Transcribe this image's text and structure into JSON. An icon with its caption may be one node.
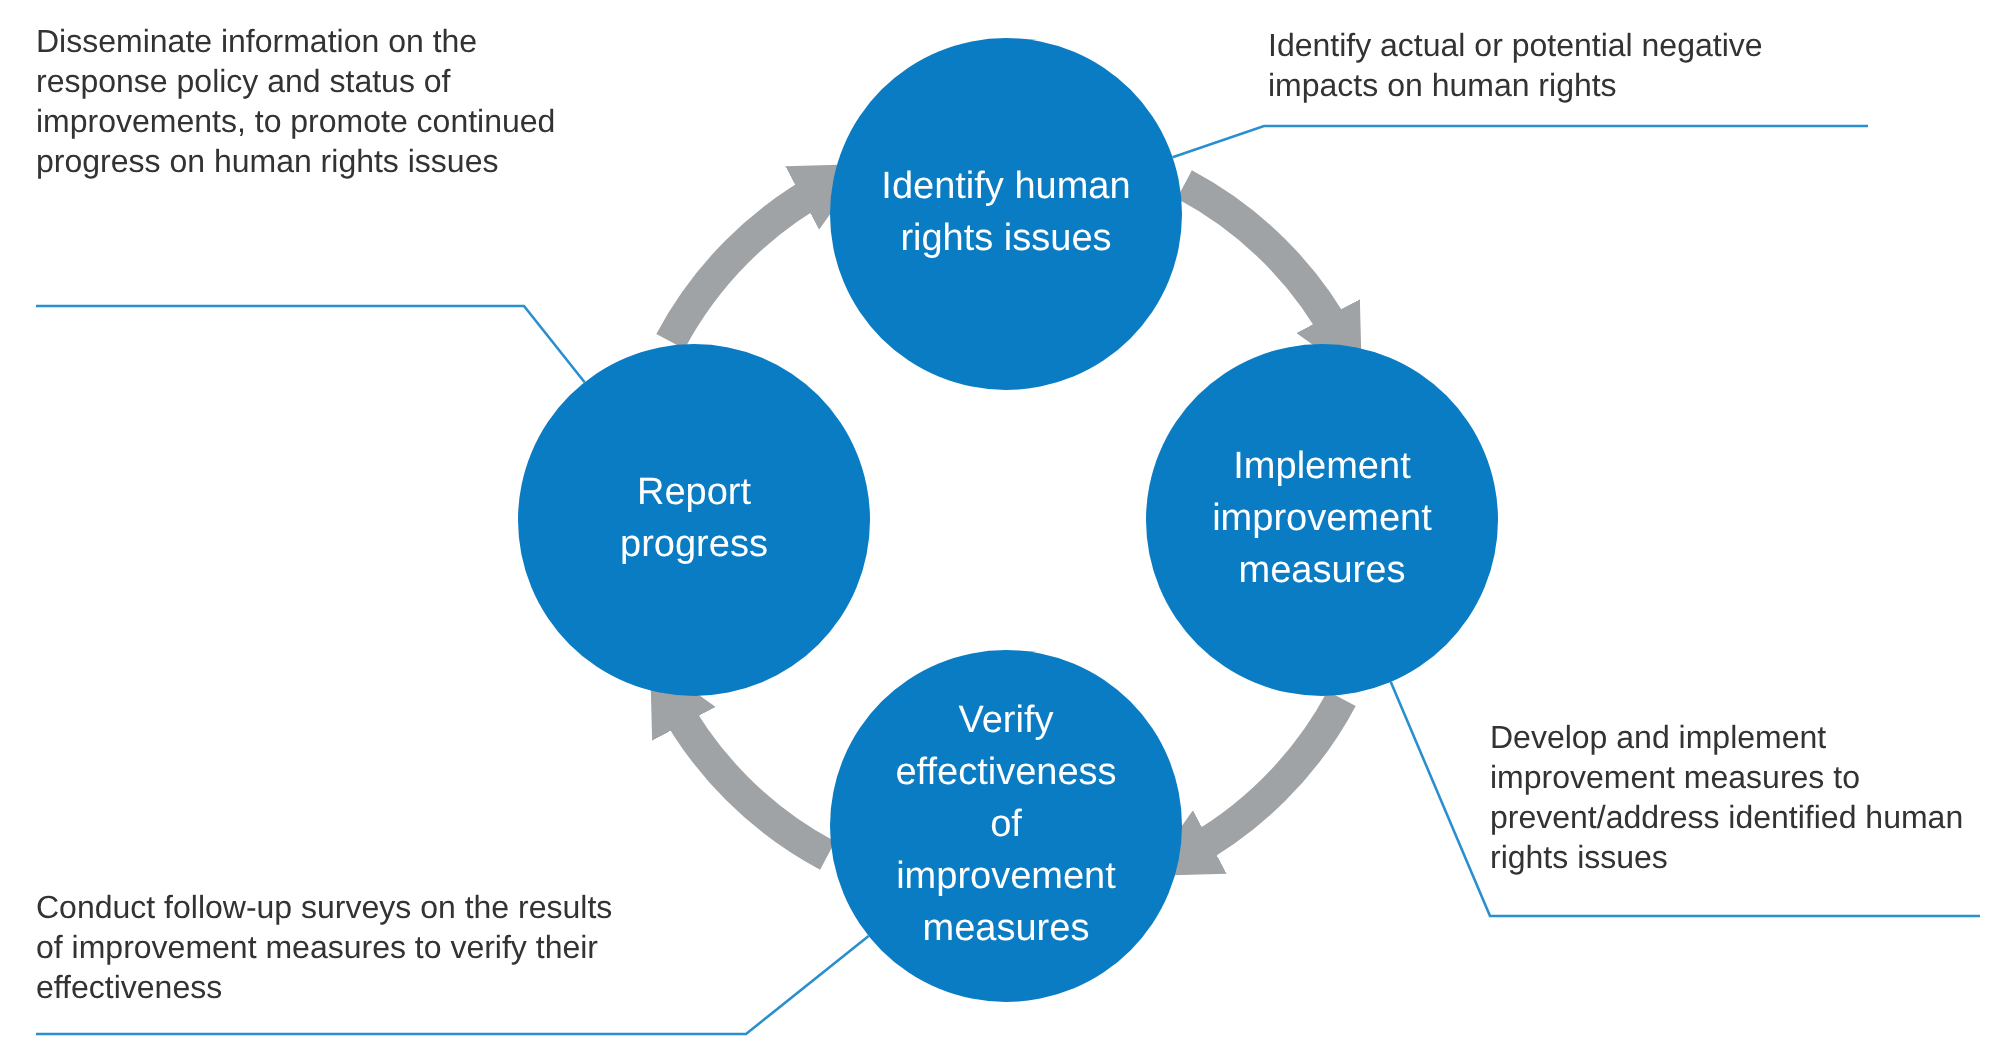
{
  "diagram": {
    "nodes": [
      {
        "text": [
          "Disseminate information on the response policy and status of improvements, to promote continued progress on human rights issues"
        ]
      },
      {
        "text": [
          "Identify human rights issues"
        ]
      },
      {
        "text": [
          "Identify actual or potential negative impacts on human rights"
        ]
      },
      {
        "text": [
          "Report progress"
        ]
      },
      {
        "text": [
          "Implement improvement measures"
        ]
      },
      {
        "text": [
          "Develop and implement improvement measures to prevent/address identified human rights issues"
        ]
      },
      {
        "text": [
          "Verify effectiveness of improvement measures"
        ]
      },
      {
        "text": [
          "Conduct follow-up surveys on the results of improvement measures to verify their effectiveness"
        ]
      }
    ],
    "edges": [
      {
        "from": 1,
        "to": 4,
        "arrow": "to",
        "style": "thick",
        "color": "#a0a3a6"
      },
      {
        "from": 4,
        "to": 6,
        "arrow": "to",
        "style": "thick",
        "color": "#a0a3a6"
      },
      {
        "from": 6,
        "to": 3,
        "arrow": "to",
        "style": "thick",
        "color": "#a0a3a6"
      },
      {
        "from": 3,
        "to": 1,
        "arrow": "to",
        "style": "thick",
        "color": "#a0a3a6"
      },
      {
        "from": 0,
        "to": 3,
        "arrow": "none",
        "color": "#2a8fcf"
      },
      {
        "from": 2,
        "to": 1,
        "arrow": "none",
        "color": "#2a8fcf"
      },
      {
        "from": 5,
        "to": 4,
        "arrow": "none",
        "color": "#2a8fcf"
      },
      {
        "from": 7,
        "to": 6,
        "arrow": "none",
        "color": "#2a8fcf"
      }
    ]
  }
}
